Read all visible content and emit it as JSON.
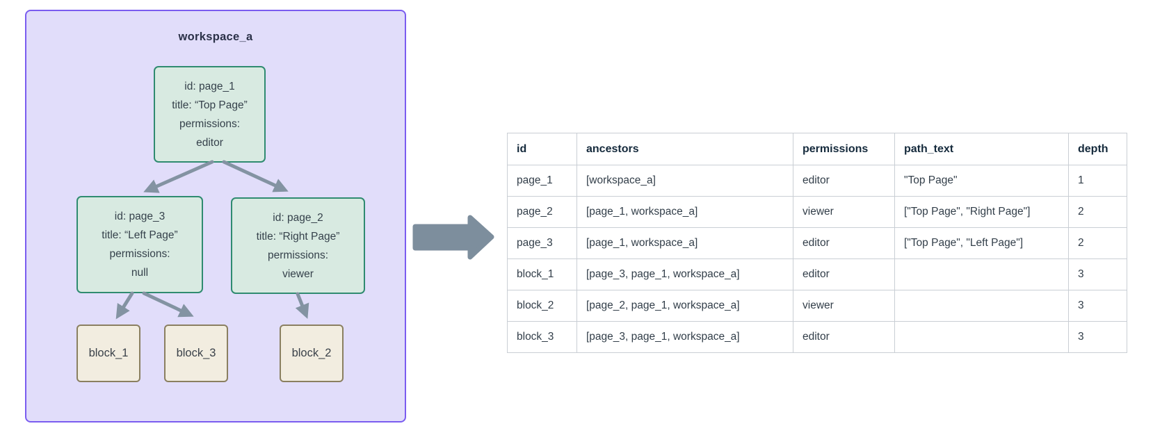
{
  "workspace": {
    "label": "workspace_a"
  },
  "nodes": {
    "page_1": {
      "lines": [
        "id: page_1",
        "title: “Top Page”",
        "permissions:",
        "editor"
      ]
    },
    "page_3": {
      "lines": [
        "id: page_3",
        "title: “Left Page”",
        "permissions:",
        "null"
      ]
    },
    "page_2": {
      "lines": [
        "id: page_2",
        "title: “Right Page”",
        "permissions:",
        "viewer"
      ]
    },
    "block_1": {
      "label": "block_1"
    },
    "block_3": {
      "label": "block_3"
    },
    "block_2": {
      "label": "block_2"
    }
  },
  "flow_arrow": {
    "icon": "right-arrow",
    "color": "#7d8e9d"
  },
  "edges": [
    {
      "from": "page_1",
      "to": "page_3"
    },
    {
      "from": "page_1",
      "to": "page_2"
    },
    {
      "from": "page_3",
      "to": "block_1"
    },
    {
      "from": "page_3",
      "to": "block_3"
    },
    {
      "from": "page_2",
      "to": "block_2"
    }
  ],
  "table": {
    "columns": [
      "id",
      "ancestors",
      "permissions",
      "path_text",
      "depth"
    ],
    "rows": [
      [
        "page_1",
        "[workspace_a]",
        "editor",
        "\"Top Page\"",
        "1"
      ],
      [
        "page_2",
        "[page_1, workspace_a]",
        "viewer",
        "[\"Top Page\", \"Right Page\"]",
        "2"
      ],
      [
        "page_3",
        "[page_1, workspace_a]",
        "editor",
        "[\"Top Page\", \"Left Page\"]",
        "2"
      ],
      [
        "block_1",
        "[page_3, page_1, workspace_a]",
        "editor",
        "",
        "3"
      ],
      [
        "block_2",
        "[page_2, page_1, workspace_a]",
        "viewer",
        "",
        "3"
      ],
      [
        "block_3",
        "[page_3, page_1, workspace_a]",
        "editor",
        "",
        "3"
      ]
    ]
  },
  "colors": {
    "workspace_fill": "#e1ddfa",
    "workspace_border": "#7a5cf0",
    "page_fill": "#d8eae1",
    "page_border": "#2f8b70",
    "block_fill": "#f2ede0",
    "block_border": "#8a7f60",
    "edge_arrow": "#8393a2",
    "flow_arrow": "#7d8e9d",
    "table_border": "#c9ced4",
    "header_text": "#152a3c",
    "cell_text": "#323e49"
  }
}
